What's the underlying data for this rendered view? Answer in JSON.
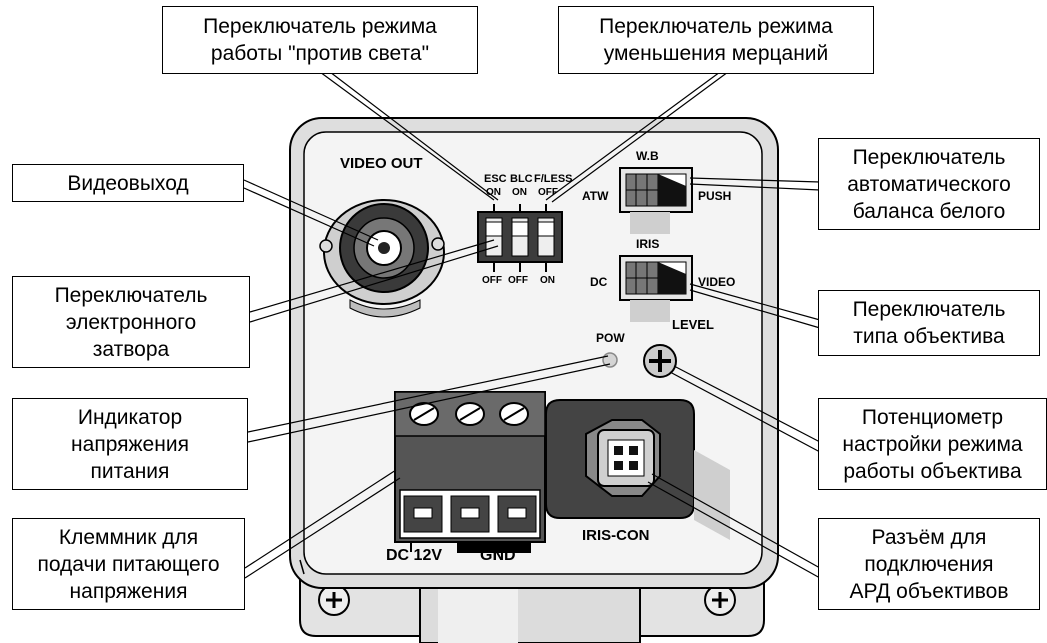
{
  "callouts": {
    "backlight": "Переключатель режима\nработы \"против света\"",
    "flicker": "Переключатель режима\nуменьшения мерцаний",
    "video_out": "Видеовыход",
    "white_balance": "Переключатель\nавтоматического\nбаланса белого",
    "shutter": "Переключатель\nэлектронного\nзатвора",
    "lens_type": "Переключатель\nтипа объектива",
    "power_led": "Индикатор\nнапряжения\nпитания",
    "level_pot": "Потенциометр\nнастройки режима\nработы объектива",
    "terminal": "Клеммник для\nподачи питающего\nнапряжения",
    "iris_connector": "Разъём для\nподключения\nАРД объективов"
  },
  "panel_labels": {
    "video_out": "VIDEO OUT",
    "esc": "ESC",
    "blc": "BLC",
    "fless": "F/LESS",
    "on": "ON",
    "off": "OFF",
    "wb": "W.B",
    "atw": "ATW",
    "push": "PUSH",
    "iris": "IRIS",
    "dc": "DC",
    "video": "VIDEO",
    "level": "LEVEL",
    "pow": "POW",
    "dc12v": "DC 12V",
    "gnd": "GND",
    "iris_con": "IRIS-CON"
  },
  "colors": {
    "outline": "#000000",
    "panel": "#f2f2f2",
    "shadow": "#cfcfcf",
    "dark": "#555555",
    "mid": "#8a8a8a"
  }
}
